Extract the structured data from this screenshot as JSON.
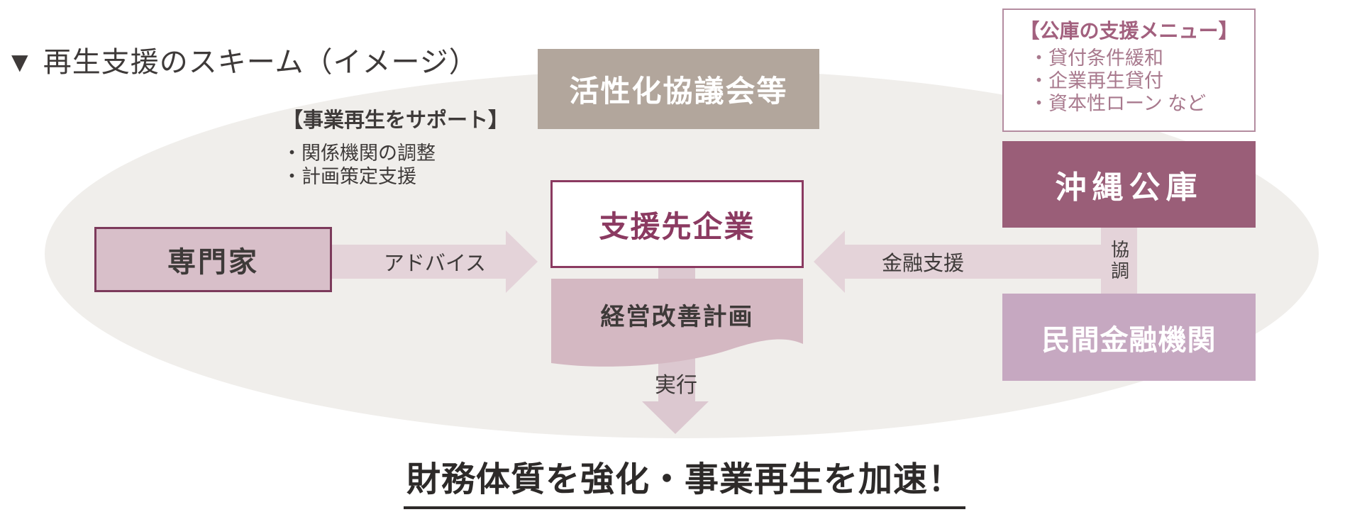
{
  "page_title": "▼ 再生支援のスキーム（イメージ）",
  "support_note": {
    "title": "【事業再生をサポート】",
    "items": [
      "・関係機関の調整",
      "・計画策定支援"
    ]
  },
  "menu_box": {
    "title": "【公庫の支援メニュー】",
    "items": [
      "・貸付条件緩和",
      "・企業再生貸付",
      "・資本性ローン など"
    ]
  },
  "nodes": {
    "council": "活性化協議会等",
    "okinawa_koko": "沖縄公庫",
    "private_banks": "民間金融機関",
    "expert": "専門家",
    "target_company": "支援先企業",
    "improvement_plan": "経営改善計画"
  },
  "labels": {
    "advice": "アドバイス",
    "financial_support": "金融支援",
    "cooperation": "協調",
    "execution": "実行"
  },
  "headline": "財務体質を強化・事業再生を加速！",
  "colors": {
    "ellipse": "#F0EEEB",
    "council": "#B2A69C",
    "okinawa": "#9A5E78",
    "private": "#C6A8C1",
    "expert_fill": "#D8BFC9",
    "expert_border": "#7C3A5B",
    "plum": "#8B3A61",
    "plan_fill": "#D4B8C2",
    "band": "#E4D3D9",
    "band_vertical": "#DCC8D0",
    "menu_text": "#A2607E",
    "menu_items": "#A8798D",
    "menu_border": "#B48CA0",
    "text_dark": "#3E3A39",
    "headline": "#2D2A29"
  }
}
